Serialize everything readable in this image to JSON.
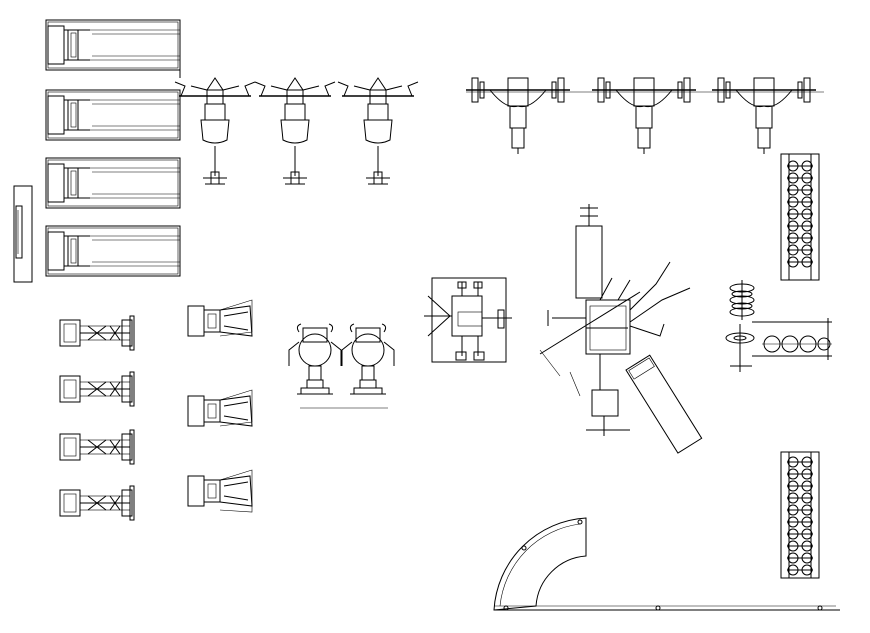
{
  "drawing": {
    "kind": "gym equipment CAD plan",
    "line_color": "#000000",
    "background_color": "#ffffff",
    "equipment": [
      {
        "name": "treadmill",
        "count": 4
      },
      {
        "name": "chest-press-machine",
        "count": 3
      },
      {
        "name": "plate-loaded-bench",
        "count": 3
      },
      {
        "name": "upright-bike",
        "count": 4
      },
      {
        "name": "recumbent-bike",
        "count": 3
      },
      {
        "name": "seated-machine",
        "count": 2
      },
      {
        "name": "multi-station-gym",
        "count": 1
      },
      {
        "name": "cable-crossover-station",
        "count": 1
      },
      {
        "name": "dumbbell-rack",
        "count": 2
      },
      {
        "name": "weight-plate-tree",
        "count": 1
      },
      {
        "name": "barbell-rack",
        "count": 1
      },
      {
        "name": "curved-stretch-bench",
        "count": 1
      }
    ]
  }
}
